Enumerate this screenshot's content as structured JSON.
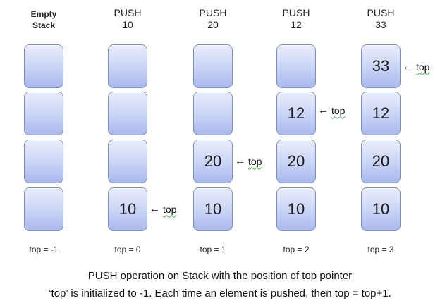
{
  "columns": [
    {
      "title_line1": "Empty",
      "title_line2": "Stack",
      "cells": [
        "",
        "",
        "",
        ""
      ],
      "top_label": "top = -1",
      "pointer_row": null
    },
    {
      "title_line1": "PUSH",
      "title_line2": "10",
      "cells": [
        "",
        "",
        "",
        "10"
      ],
      "top_label": "top = 0",
      "pointer_row": 3
    },
    {
      "title_line1": "PUSH",
      "title_line2": "20",
      "cells": [
        "",
        "",
        "20",
        "10"
      ],
      "top_label": "top = 1",
      "pointer_row": 2
    },
    {
      "title_line1": "PUSH",
      "title_line2": "12",
      "cells": [
        "",
        "12",
        "20",
        "10"
      ],
      "top_label": "top = 2",
      "pointer_row": 1
    },
    {
      "title_line1": "PUSH",
      "title_line2": "33",
      "cells": [
        "33",
        "12",
        "20",
        "10"
      ],
      "top_label": "top = 3",
      "pointer_row": 0
    }
  ],
  "pointer": {
    "arrow": "←",
    "word": "top"
  },
  "caption": {
    "line1": "PUSH operation on Stack with the position of top pointer",
    "line2": "‘top’ is initialized to -1. Each time an element is pushed, then top = top+1."
  },
  "colors": {
    "cell_fill_top": "#e9edfb",
    "cell_fill_bottom": "#a9b8ee",
    "cell_border": "#7e8fb5"
  }
}
